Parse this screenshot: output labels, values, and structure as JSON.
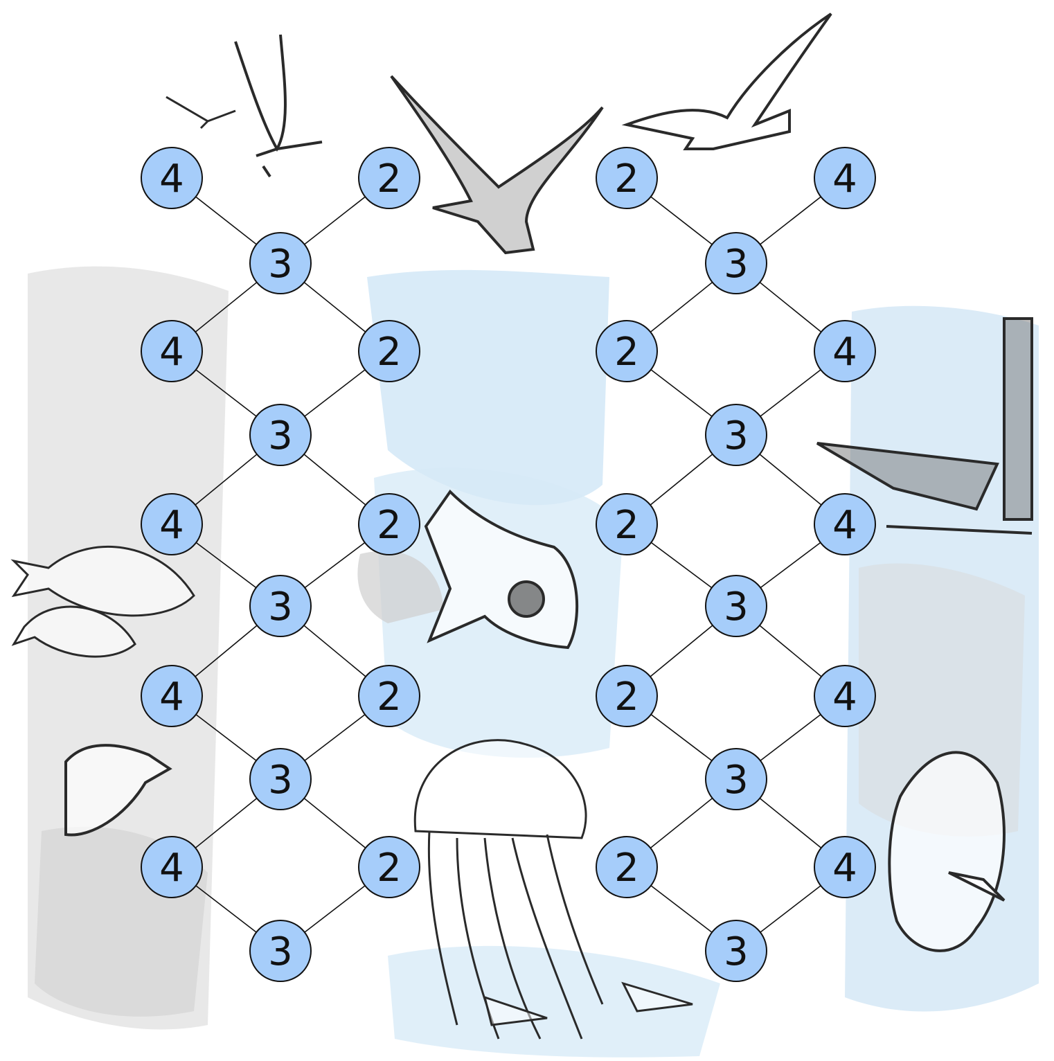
{
  "colors": {
    "node_fill": "#a6cdfa",
    "node_stroke": "#111111",
    "edge": "#111111",
    "water_blue": "#c9e3f4",
    "water_gray": "#d8d8d8",
    "sketch": "#2a2a2a"
  },
  "puzzle": {
    "left_lattice": {
      "left_column": [
        "4",
        "4",
        "4",
        "4",
        "4"
      ],
      "right_column": [
        "2",
        "2",
        "2",
        "2",
        "2"
      ],
      "middle_column": [
        "3",
        "3",
        "3",
        "3",
        "3"
      ]
    },
    "right_lattice": {
      "left_column": [
        "2",
        "2",
        "2",
        "2",
        "2"
      ],
      "right_column": [
        "4",
        "4",
        "4",
        "4",
        "4"
      ],
      "middle_column": [
        "3",
        "3",
        "3",
        "3",
        "3"
      ]
    }
  },
  "illustration": {
    "background": "pencil sketch of sea with seagulls, fish, boat and jellyfish",
    "icons": [
      "seagull-icon",
      "fish-icon",
      "boat-icon",
      "jellyfish-icon"
    ]
  }
}
